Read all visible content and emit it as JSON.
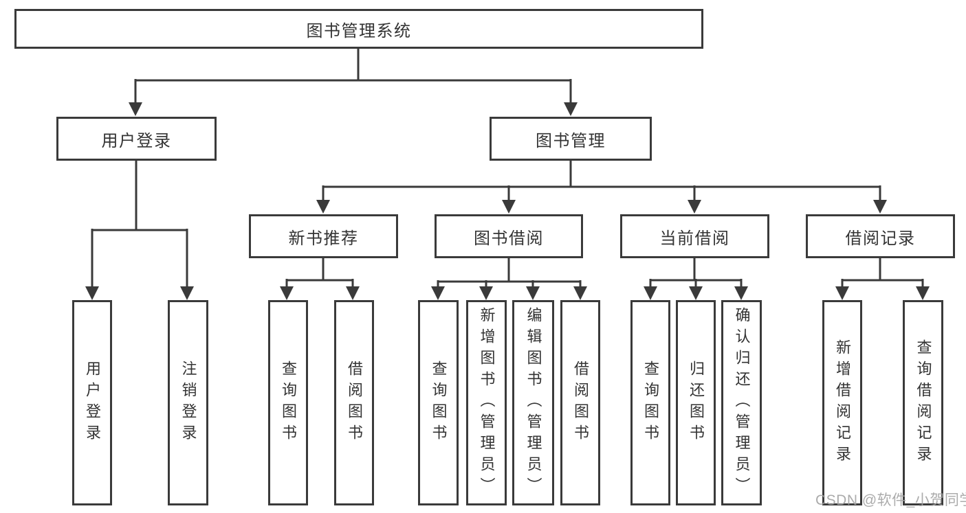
{
  "nodes": {
    "root": "图书管理系统",
    "user_login": "用户登录",
    "book_management": "图书管理",
    "new_book_recommend": "新书推荐",
    "book_borrowing": "图书借阅",
    "current_borrowing": "当前借阅",
    "borrowing_records": "借阅记录",
    "ul_user_login": "用户登录",
    "ul_logout": "注销登录",
    "nb_query_books": "查询图书",
    "nb_borrow_books": "借阅图书",
    "bb_query_books": "查询图书",
    "bb_add_book_admin": "新增图书（管理员）",
    "bb_edit_book_admin": "编辑图书（管理员）",
    "bb_borrow_books": "借阅图书",
    "cb_query_books": "查询图书",
    "cb_return_books": "归还图书",
    "cb_confirm_return_admin": "确认归还（管理员）",
    "br_add_record": "新增借阅记录",
    "br_query_record": "查询借阅记录"
  },
  "hierarchy": {
    "图书管理系统": {
      "用户登录": [
        "用户登录",
        "注销登录"
      ],
      "图书管理": {
        "新书推荐": [
          "查询图书",
          "借阅图书"
        ],
        "图书借阅": [
          "查询图书",
          "新增图书（管理员）",
          "编辑图书（管理员）",
          "借阅图书"
        ],
        "当前借阅": [
          "查询图书",
          "归还图书",
          "确认归还（管理员）"
        ],
        "借阅记录": [
          "新增借阅记录",
          "查询借阅记录"
        ]
      }
    }
  },
  "watermark": "CSDN @软件_小贺同学",
  "colors": {
    "line": "#3a3a3a",
    "box_border": "#3a3a3a",
    "text": "#333333",
    "background": "#ffffff",
    "watermark": "#a3a3a3"
  }
}
